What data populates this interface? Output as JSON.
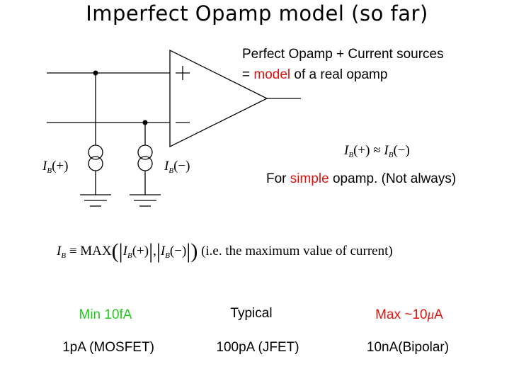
{
  "title": "Imperfect Opamp model (so far)",
  "opamp": {
    "plus_symbol": "+",
    "minus_symbol": "−"
  },
  "description": {
    "line1": "Perfect Opamp + Current sources",
    "line2_prefix": "= ",
    "line2_highlight": "model",
    "line2_suffix": " of a real opamp"
  },
  "labels": {
    "ib_symbol": "I",
    "ib_sub": "B",
    "plus_arg": "(+)",
    "minus_arg": "(−)"
  },
  "equations": {
    "approx_sign": "≈",
    "equiv_sign": "≡",
    "max_label": "MAX",
    "comma": ",",
    "open_paren": "(",
    "close_paren": ")",
    "abs_bar": "|",
    "note": "(i.e. the maximum value of current)"
  },
  "simple_note": {
    "prefix": "For ",
    "highlight": "simple",
    "suffix": " opamp. (Not always)"
  },
  "table": {
    "headers": [
      {
        "text": "Min 10fA",
        "color": "#22cc1d"
      },
      {
        "text": "Typical",
        "color": "#000000"
      },
      {
        "text": "Max ~10",
        "mu": "μ",
        "unit": "A",
        "color": "#e0120f"
      }
    ],
    "values": [
      "1pA (MOSFET)",
      "100pA (JFET)",
      "10nA(Bipolar)"
    ]
  }
}
